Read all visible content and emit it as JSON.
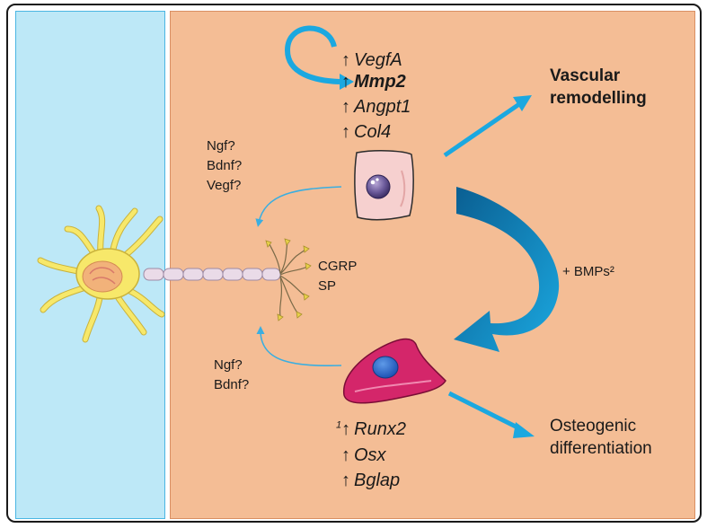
{
  "upregulated_vascular": [
    {
      "arrow": "↑",
      "gene": "VegfA",
      "bold": false
    },
    {
      "arrow": "↑",
      "gene": "Mmp2",
      "bold": true
    },
    {
      "arrow": "↑",
      "gene": "Angpt1",
      "bold": false
    },
    {
      "arrow": "↑",
      "gene": "Col4",
      "bold": false
    }
  ],
  "outcome_top": {
    "line1": "Vascular",
    "line2": "remodelling"
  },
  "factors_top": [
    "Ngf?",
    "Bdnf?",
    "Vegf?"
  ],
  "neuropeptides": [
    "CGRP",
    "SP"
  ],
  "bmp_label": "+ BMPs²",
  "factors_bottom": [
    "Ngf?",
    "Bdnf?"
  ],
  "outcome_bottom": {
    "line1": "Osteogenic",
    "line2": "differentiation"
  },
  "upregulated_osteo": [
    {
      "prefix": "1",
      "arrow": "↑",
      "gene": "Runx2"
    },
    {
      "prefix": "",
      "arrow": "↑",
      "gene": "Osx"
    },
    {
      "prefix": "",
      "arrow": "↑",
      "gene": "Bglap"
    }
  ],
  "colors": {
    "arrow_blue": "#1ba8e0",
    "curved_arrow_dark": "#0f6fa8",
    "peach_background": "#f4bd95",
    "blue_background": "#bde8f7",
    "neuron_yellow": "#f7e86a",
    "pericyte_pink": "#f6d0cf",
    "osteoblast_magenta": "#d4266a"
  }
}
